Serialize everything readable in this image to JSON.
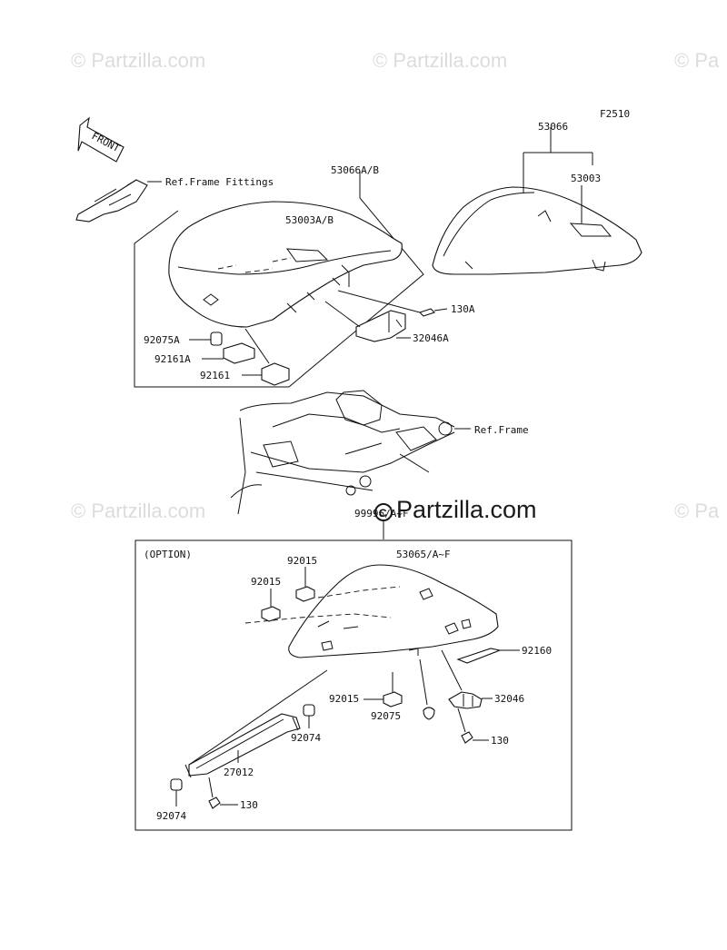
{
  "figure_code": "F2510",
  "front_arrow_text": "FRONT",
  "watermarks": [
    "© Partzilla.com",
    "© Partzilla.com",
    "© Pa",
    "© Partzilla.com",
    "© Pa"
  ],
  "center_watermark": "Partzilla.com",
  "option_box_title": "(OPTION)",
  "labels": {
    "ref_frame_fittings": "Ref.Frame Fittings",
    "p53066ab": "53066A/B",
    "p53066": "53066",
    "p53003ab": "53003A/B",
    "p53003": "53003",
    "p130a": "130A",
    "p92075a": "92075A",
    "p32046a": "32046A",
    "p92161a": "92161A",
    "p92161": "92161",
    "ref_frame": "Ref.Frame",
    "p99996": "99996/A~F",
    "p92015_top": "92015",
    "p53065": "53065/A~F",
    "p92015_left": "92015",
    "p92160": "92160",
    "p92015_bottom": "92015",
    "p32046": "32046",
    "p92075": "92075",
    "p92074_right": "92074",
    "p130_right": "130",
    "p27012": "27012",
    "p92074_left": "92074",
    "p130_left": "130"
  },
  "colors": {
    "line": "#111111",
    "watermark": "#dcdcdc"
  }
}
